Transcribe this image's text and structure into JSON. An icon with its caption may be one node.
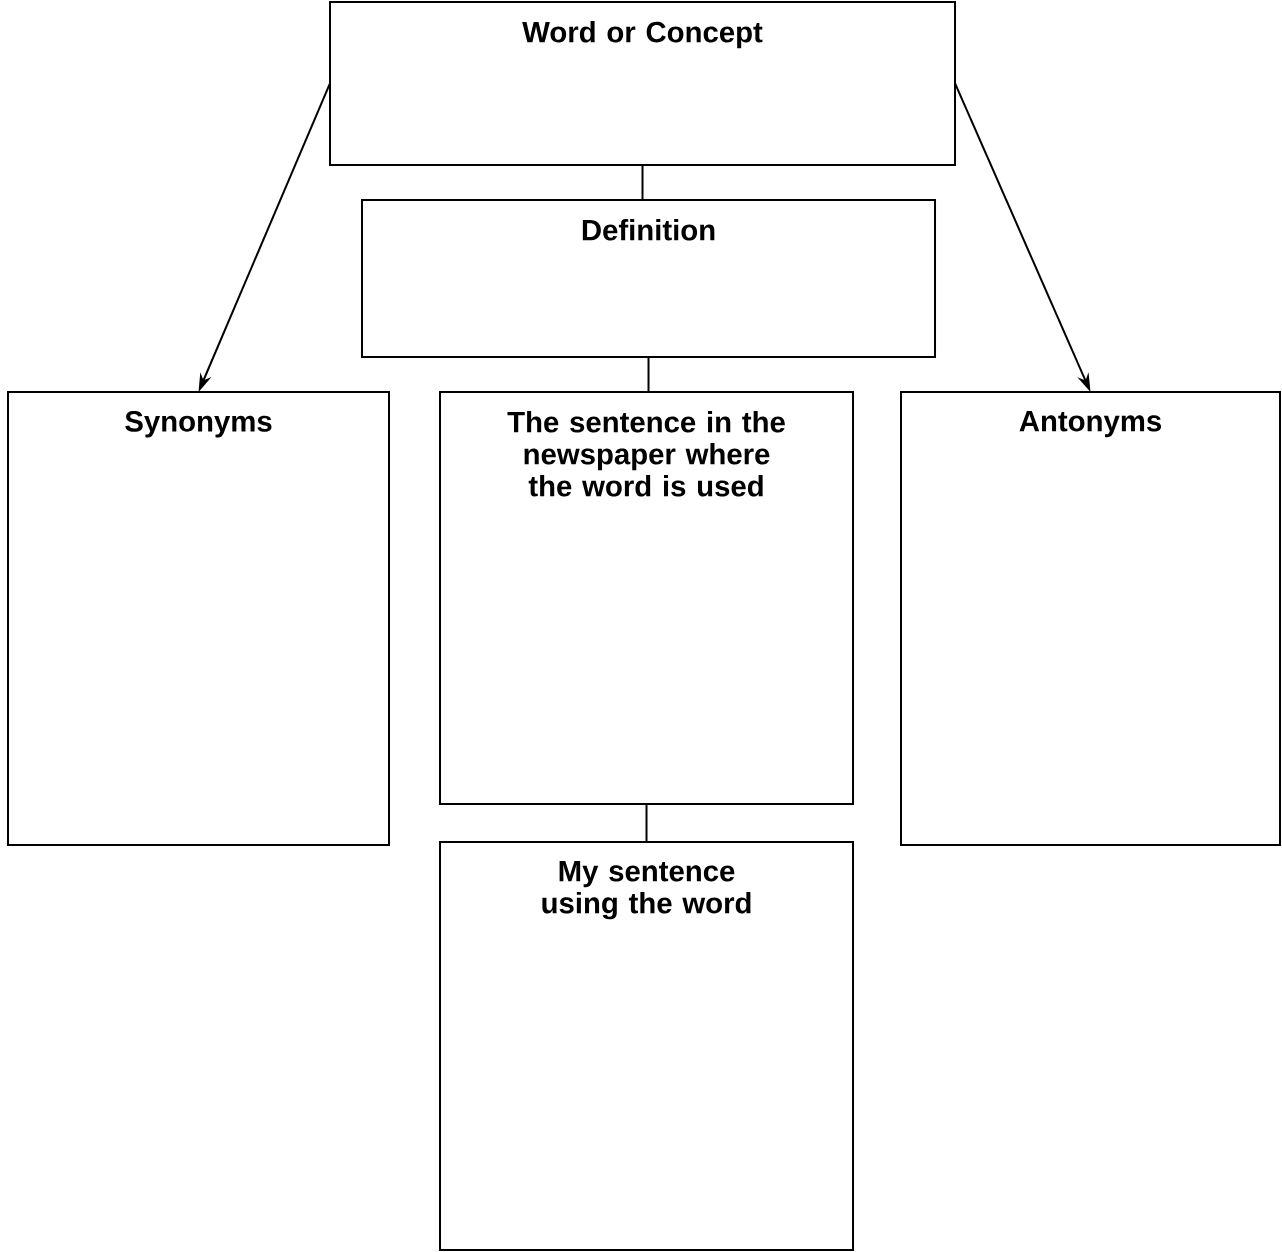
{
  "diagram": {
    "nodes": [
      {
        "text": [
          "Word or Concept"
        ]
      },
      {
        "text": [
          "Definition"
        ]
      },
      {
        "text": [
          "Synonyms"
        ]
      },
      {
        "text": [
          "The sentence in the newspaper where the word is used"
        ]
      },
      {
        "text": [
          "Antonyms"
        ]
      },
      {
        "text": [
          "My sentence using the word"
        ]
      }
    ],
    "edges": [
      {
        "from": 0,
        "to": 1,
        "arrow": "none"
      },
      {
        "from": 1,
        "to": 3,
        "arrow": "none"
      },
      {
        "from": 3,
        "to": 5,
        "arrow": "none"
      },
      {
        "from": 0,
        "to": 2,
        "arrow": "to"
      },
      {
        "from": 0,
        "to": 4,
        "arrow": "to"
      }
    ]
  }
}
